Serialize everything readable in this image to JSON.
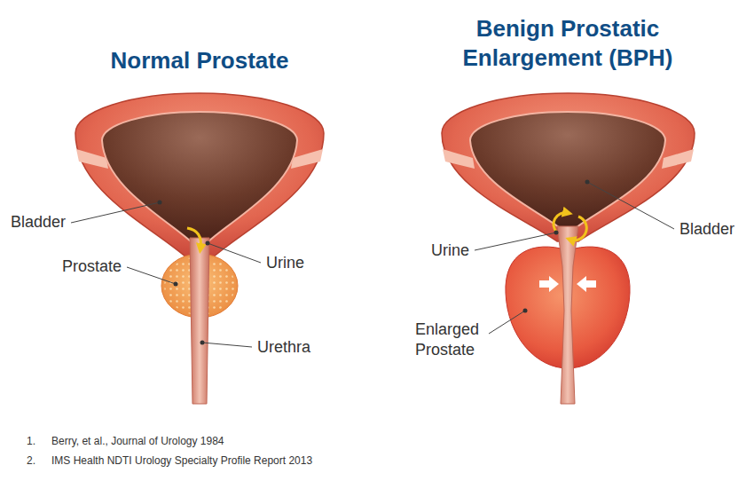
{
  "diagram": {
    "labels": [
      "Normal Prostate",
      "Benign Prostatic Enlargement (BPH)",
      "Bladder",
      "Prostate",
      "Urine",
      "Urethra",
      "Bladder",
      "Urine",
      "Enlarged Prostate",
      "1.",
      "Berry, et al., Journal of Urology 1984",
      "2.",
      "IMS Health NDTI Urology Specialty Profile Report 2013"
    ]
  }
}
